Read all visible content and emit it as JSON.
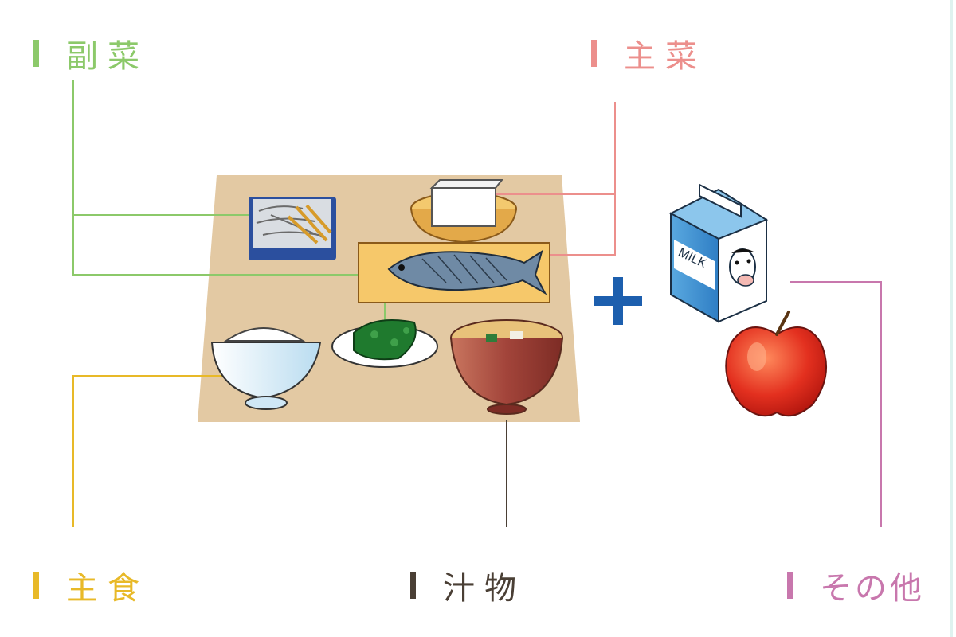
{
  "labels": {
    "fukusai": "副菜",
    "shusai": "主菜",
    "shushoku": "主食",
    "shirumono": "汁物",
    "sonota": "その他"
  },
  "milk_text": "MILK",
  "plus_symbol": "+",
  "colors": {
    "fukusai": "#8cc96a",
    "shusai": "#ec8f8c",
    "shushoku": "#e8b928",
    "shirumono": "#4a3f35",
    "sonota": "#c877ad",
    "mat": "#e3c9a3",
    "plus": "#1d5fae"
  }
}
